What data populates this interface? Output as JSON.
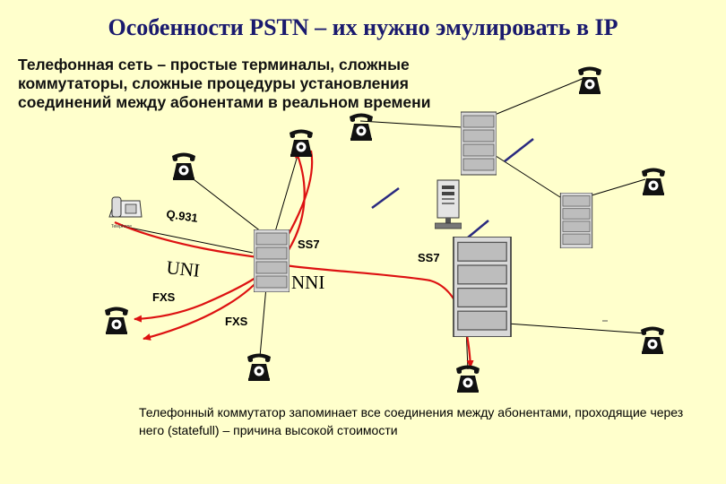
{
  "title": "Особенности PSTN – их нужно эмулировать в IP",
  "subtitle": "Телефонная сеть – простые терминалы, сложные коммутаторы, сложные процедуры установления соединений между абонентами в реальном времени",
  "labels": {
    "q931": "Q.931",
    "uni": "UNI",
    "nni": "NNI",
    "ss7_left": "SS7",
    "ss7_right": "SS7",
    "fxs_left": "FXS",
    "fxs_bottom": "FXS",
    "phone_caption": "Telephone"
  },
  "footnote": "Телефонный коммутатор запоминает все соединения между абонентами, проходящие через него (statefull) – причина высокой стоимости",
  "colors": {
    "background": "#ffffcc",
    "title": "#1a1a6e",
    "signal_line": "#dd1111",
    "trunk_line": "#2a2a80",
    "link_line": "#000000"
  }
}
